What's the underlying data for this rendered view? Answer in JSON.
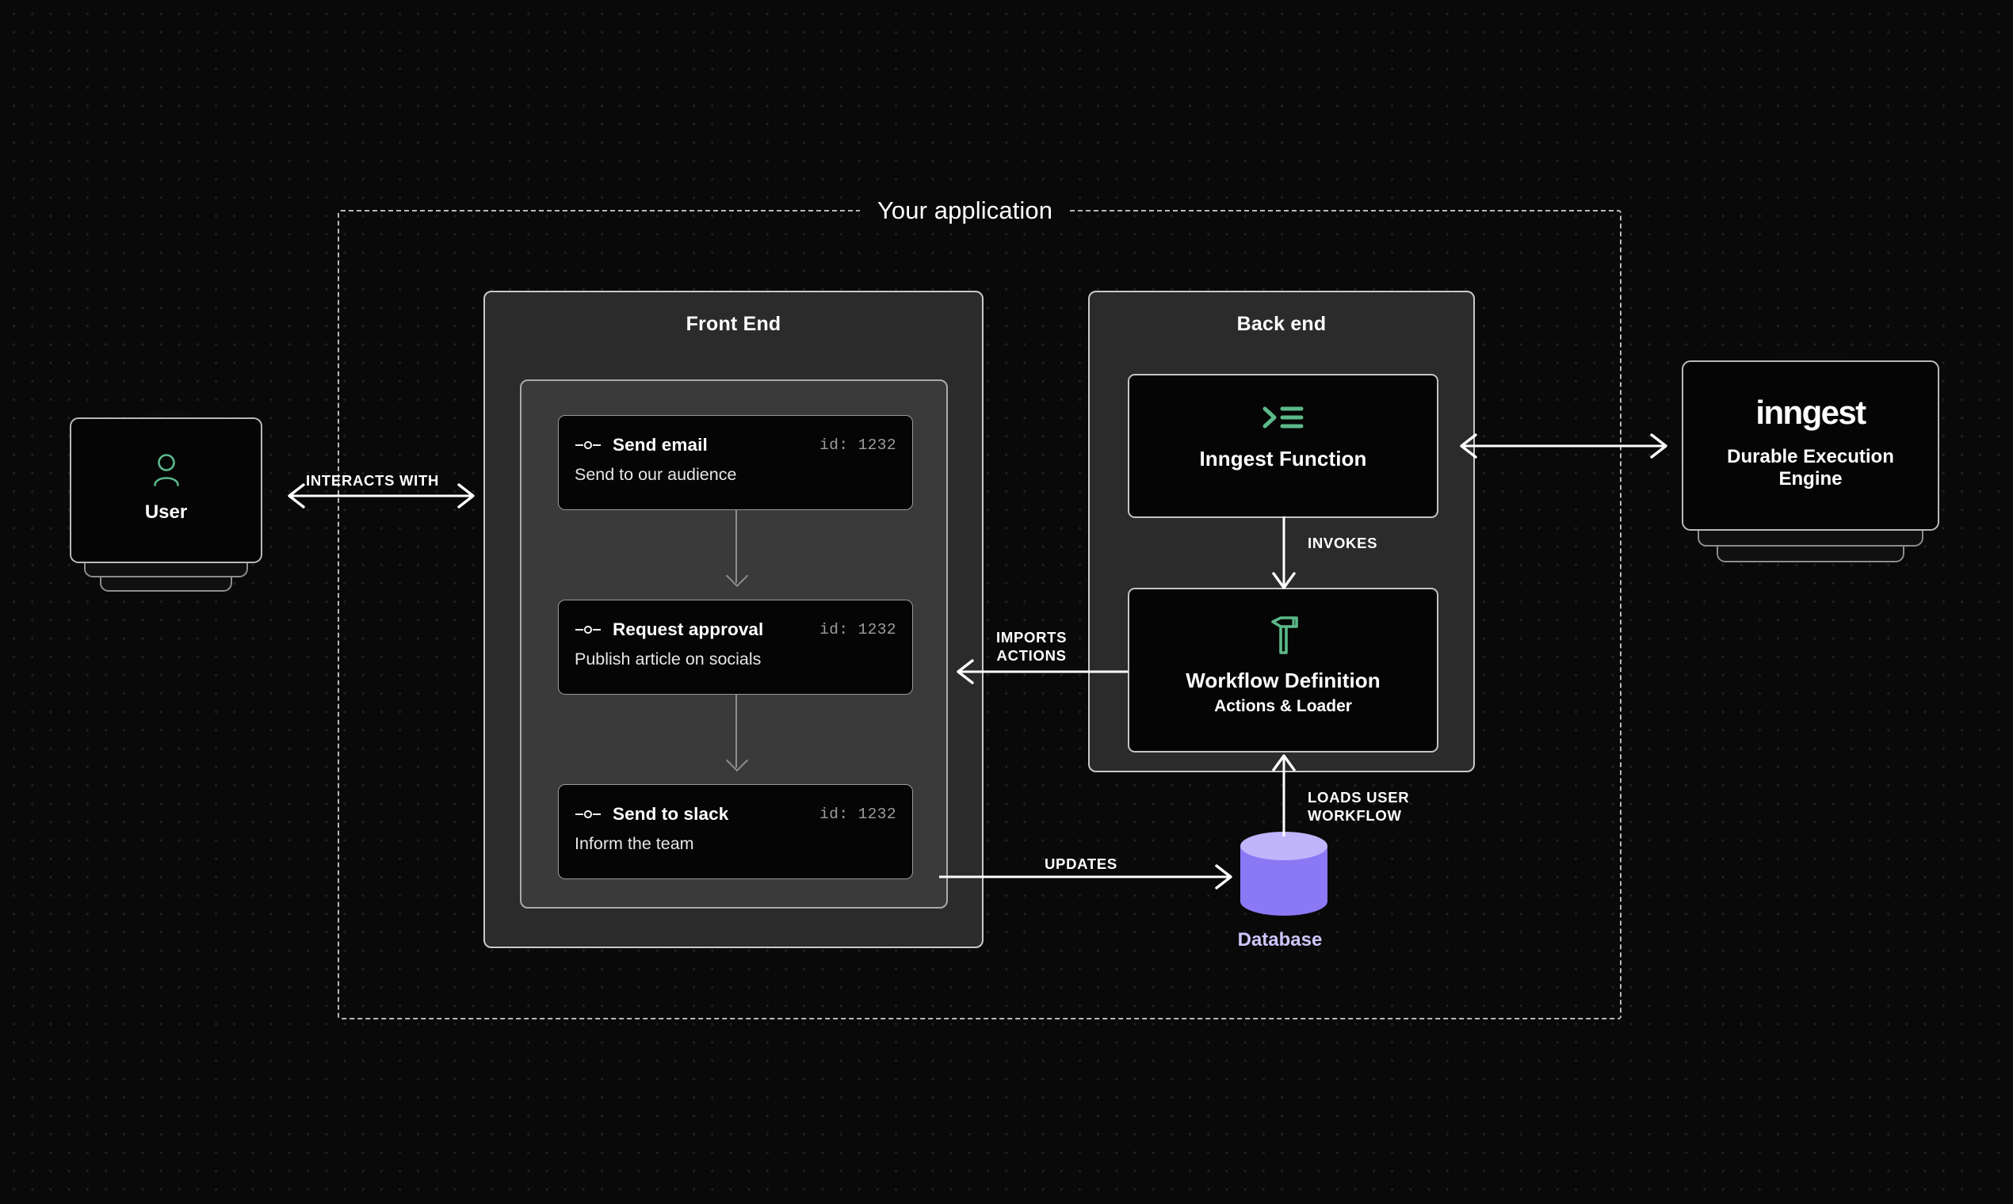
{
  "boundary": {
    "title": "Your application"
  },
  "panels": {
    "frontend": {
      "title": "Front End"
    },
    "backend": {
      "title": "Back end"
    }
  },
  "workflow_steps": [
    {
      "icon": "node-connector-icon",
      "title": "Send email",
      "id_label": "id: 1232",
      "description": "Send to our audience"
    },
    {
      "icon": "node-connector-icon",
      "title": "Request approval",
      "id_label": "id: 1232",
      "description": "Publish article on socials"
    },
    {
      "icon": "node-connector-icon",
      "title": "Send to slack",
      "id_label": "id: 1232",
      "description": "Inform the team"
    }
  ],
  "backend_boxes": {
    "inngest_function": {
      "icon": "terminal-prompt-icon",
      "label": "Inngest Function"
    },
    "workflow_definition": {
      "icon": "hammer-tool-icon",
      "label": "Workflow Definition",
      "sublabel": "Actions & Loader"
    }
  },
  "user_card": {
    "icon": "user-person-icon",
    "label": "User"
  },
  "inngest_card": {
    "wordmark": "inngest",
    "tagline": "Durable Execution\nEngine"
  },
  "database": {
    "icon": "database-cylinder-icon",
    "label": "Database"
  },
  "edges": {
    "user_to_frontend": "INTERACTS WITH",
    "backend_to_inngest": "",
    "imports_actions": "IMPORTS\nACTIONS",
    "invokes": "INVOKES",
    "loads_user_workflow": "LOADS USER\nWORKFLOW",
    "updates": "UPDATES"
  },
  "colors": {
    "background": "#090909",
    "panel": "#2b2b2b",
    "inner_panel": "#3a3a3a",
    "card": "#050505",
    "border": "#c9c9c9",
    "accent_green": "#5cb98a",
    "database_purple": "#8b78f5",
    "database_purple_light": "#c0b4fa",
    "text": "#ffffff",
    "muted_text": "#9d9d9d"
  }
}
